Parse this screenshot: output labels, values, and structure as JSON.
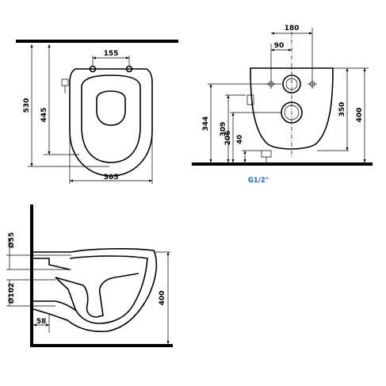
{
  "top_view": {
    "dim_width": "365",
    "dim_holes": "155",
    "dim_depth_total": "530",
    "dim_depth_fix": "445"
  },
  "rear_view": {
    "dim_width": "180",
    "dim_half": "90",
    "dim_344": "344",
    "dim_309": "309",
    "dim_206": "206",
    "dim_40": "40",
    "dim_350": "350",
    "dim_400": "400",
    "inlet_label": "G1/2\""
  },
  "side_view": {
    "dim_outlet_top": "Ø55",
    "dim_outlet": "Ø102",
    "dim_floor": "58",
    "dim_height": "400"
  },
  "colors": {
    "line": "#000000",
    "note": "#1a66cc"
  }
}
